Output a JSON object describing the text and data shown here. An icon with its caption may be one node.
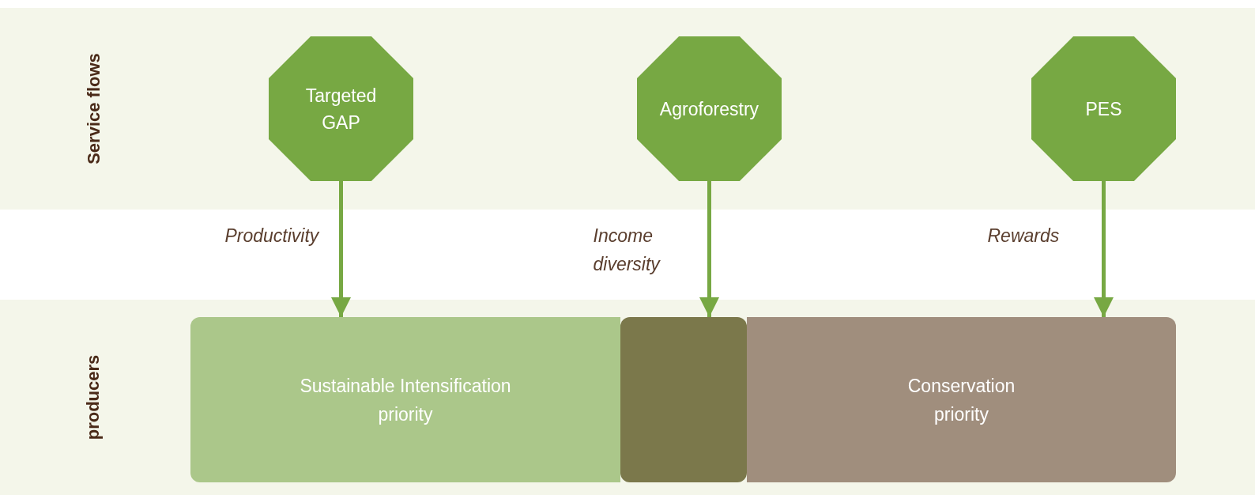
{
  "diagram": {
    "nodes": [
      {
        "text": [
          "Service flows"
        ]
      },
      {
        "text": [
          "Targeted GAP"
        ],
        "in": 0
      },
      {
        "text": [
          "Agroforestry"
        ],
        "in": 0
      },
      {
        "text": [
          "PES"
        ],
        "in": 0
      },
      {
        "text": [
          "producers"
        ]
      },
      {
        "text": [
          "Sustainable Intensification priority"
        ],
        "in": 4
      },
      {
        "text": [
          "Conservation priority"
        ],
        "in": 4
      },
      {
        "text": [],
        "shape": "box",
        "in": 4
      }
    ],
    "edges": [
      {
        "from": 1,
        "to": 5,
        "arrow": "to",
        "label": "Productivity"
      },
      {
        "from": 2,
        "to": 7,
        "arrow": "to",
        "label": "Income diversity"
      },
      {
        "from": 3,
        "to": 6,
        "arrow": "to",
        "label": "Rewards"
      }
    ]
  }
}
